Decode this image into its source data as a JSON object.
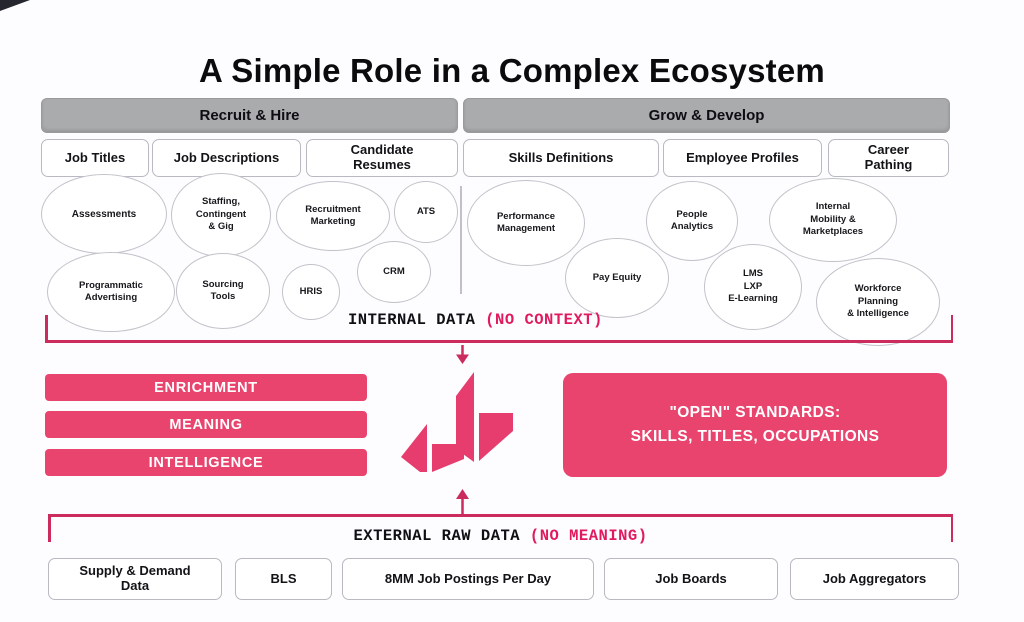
{
  "colors": {
    "pink": "#e8446e",
    "pink_line": "#cb2b5d",
    "pink_note": "#e01a5d",
    "gray_bar": "#aaabad"
  },
  "title": {
    "parts": [
      "A ",
      "Simple ",
      "Role in a ",
      "Complex ",
      "Ecosystem"
    ]
  },
  "sections": {
    "recruit_hire": {
      "header": "Recruit & Hire",
      "boxes": [
        "Job Titles",
        "Job Descriptions",
        "Candidate\nResumes"
      ],
      "ovals": [
        "Assessments",
        "Staffing,\nContingent\n& Gig",
        "Recruitment\nMarketing",
        "ATS",
        "Programmatic\nAdvertising",
        "Sourcing\nTools",
        "HRIS",
        "CRM"
      ]
    },
    "grow_develop": {
      "header": "Grow & Develop",
      "boxes": [
        "Skills Definitions",
        "Employee Profiles",
        "Career\nPathing"
      ],
      "ovals": [
        "Performance\nManagement",
        "People\nAnalytics",
        "Internal\nMobility &\nMarketplaces",
        "Pay Equity",
        "LMS\nLXP\nE-Learning",
        "Workforce\nPlanning\n& Intelligence"
      ]
    }
  },
  "internal_data": {
    "label": "INTERNAL DATA ",
    "note": "(NO CONTEXT)"
  },
  "middle": {
    "bars": [
      "ENRICHMENT",
      "MEANING",
      "INTELLIGENCE"
    ],
    "logo": "lightcast-mark",
    "standards_box": {
      "line1": "\"OPEN\" STANDARDS:",
      "line2": "SKILLS, TITLES, OCCUPATIONS"
    }
  },
  "external_data": {
    "label": "EXTERNAL RAW DATA ",
    "note": "(NO MEANING)"
  },
  "bottom_boxes": [
    "Supply & Demand\nData",
    "BLS",
    "8MM Job Postings Per Day",
    "Job Boards",
    "Job Aggregators"
  ]
}
